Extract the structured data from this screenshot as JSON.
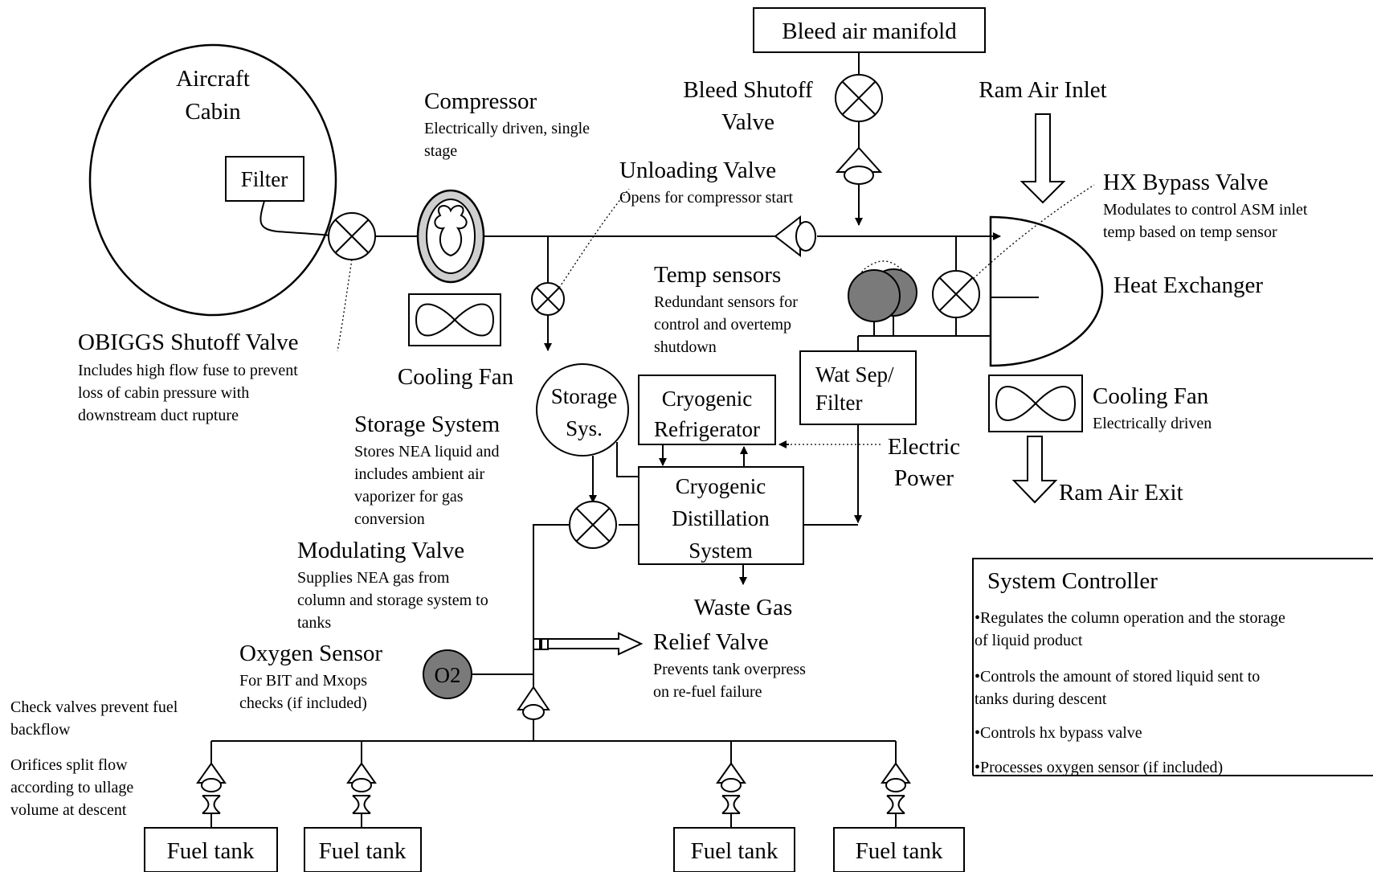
{
  "labels": {
    "bleed_manifold": "Bleed air manifold",
    "aircraft_cabin_1": "Aircraft",
    "aircraft_cabin_2": "Cabin",
    "filter": "Filter",
    "compressor_title": "Compressor",
    "compressor_desc_1": "Electrically driven, single",
    "compressor_desc_2": "stage",
    "bleed_valve_1": "Bleed Shutoff",
    "bleed_valve_2": "Valve",
    "ram_inlet": "Ram Air Inlet",
    "unloading_title": "Unloading Valve",
    "unloading_desc": "Opens for compressor start",
    "hx_bypass_title": "HX Bypass Valve",
    "hx_bypass_desc_1": "Modulates to control ASM inlet",
    "hx_bypass_desc_2": "temp based on temp sensor",
    "temp_title": "Temp sensors",
    "temp_desc_1": "Redundant sensors for",
    "temp_desc_2": "control and overtemp",
    "temp_desc_3": "shutdown",
    "heat_exchanger": "Heat Exchanger",
    "obiggs_title": "OBIGGS Shutoff Valve",
    "obiggs_desc_1": "Includes high flow fuse to prevent",
    "obiggs_desc_2": "loss of cabin pressure with",
    "obiggs_desc_3": "downstream duct rupture",
    "cooling_fan_left": "Cooling Fan",
    "storage_sys_1": "Storage",
    "storage_sys_2": "Sys.",
    "cryo_ref_1": "Cryogenic",
    "cryo_ref_2": "Refrigerator",
    "wat_sep_1": "Wat Sep/",
    "wat_sep_2": "Filter",
    "cooling_fan_right": "Cooling Fan",
    "cooling_fan_right_desc": "Electrically driven",
    "storage_title": "Storage System",
    "storage_desc_1": "Stores NEA liquid and",
    "storage_desc_2": "includes ambient air",
    "storage_desc_3": "vaporizer for gas",
    "storage_desc_4": "conversion",
    "electric_1": "Electric",
    "electric_2": "Power",
    "cryo_dist_1": "Cryogenic",
    "cryo_dist_2": "Distillation",
    "cryo_dist_3": "System",
    "ram_exit": "Ram Air Exit",
    "modulating_title": "Modulating Valve",
    "modulating_desc_1": "Supplies NEA gas from",
    "modulating_desc_2": "column and storage system to",
    "modulating_desc_3": "tanks",
    "waste_gas": "Waste Gas",
    "relief_title": "Relief Valve",
    "relief_desc_1": "Prevents tank overpress",
    "relief_desc_2": "on re-fuel failure",
    "oxygen_title": "Oxygen Sensor",
    "oxygen_desc_1": "For BIT and Mxops",
    "oxygen_desc_2": "checks (if included)",
    "o2": "O2",
    "check_valves_1": "Check valves prevent fuel",
    "check_valves_2": "backflow",
    "orifices_1": "Orifices split flow",
    "orifices_2": "according to ullage",
    "orifices_3": "volume at descent",
    "fuel_tank_1": "Fuel tank",
    "fuel_tank_2": "Fuel tank",
    "fuel_tank_3": "Fuel tank",
    "fuel_tank_4": "Fuel tank"
  },
  "controller": {
    "title": "System Controller",
    "items": [
      [
        "•Regulates the column operation and the storage",
        "of liquid product"
      ],
      [
        "•Controls the amount of stored liquid sent to",
        "tanks during descent"
      ],
      [
        "•Controls hx bypass valve"
      ],
      [
        "•Processes oxygen sensor (if included)"
      ]
    ]
  },
  "colors": {
    "sensor_fill": "#7a7a7a",
    "line": "#000000"
  }
}
